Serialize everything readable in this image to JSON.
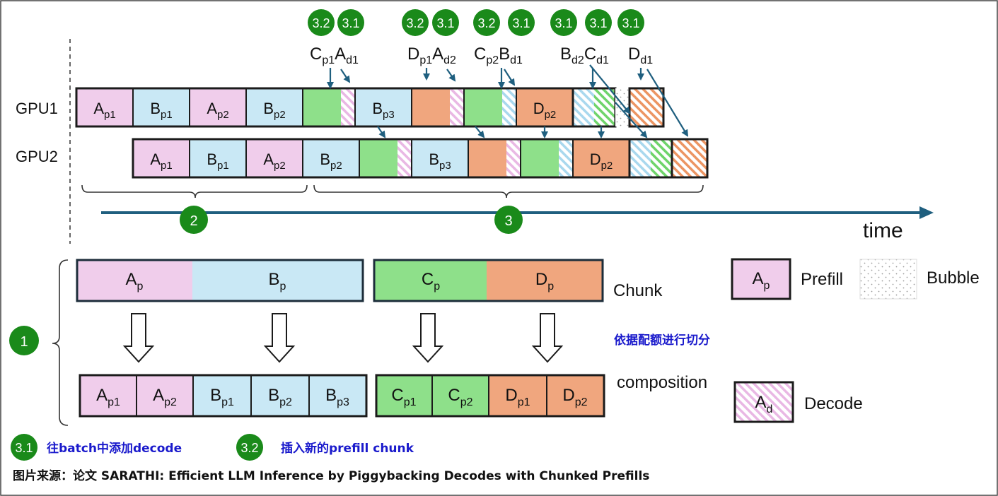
{
  "gpu_labels": [
    "GPU1",
    "GPU2"
  ],
  "time_label": "time",
  "chunk_label": "Chunk",
  "composition_label": "composition",
  "split_note": "依据配额进行切分",
  "markers": {
    "m1": "1",
    "m2": "2",
    "m3": "3",
    "m31": "3.1",
    "m32": "3.2"
  },
  "top_labels": [
    {
      "base": "C",
      "sub": "p1"
    },
    {
      "base": "A",
      "sub": "d1"
    },
    {
      "base": "D",
      "sub": "p1"
    },
    {
      "base": "A",
      "sub": "d2"
    },
    {
      "base": "C",
      "sub": "p2"
    },
    {
      "base": "B",
      "sub": "d1"
    },
    {
      "base": "B",
      "sub": "d2"
    },
    {
      "base": "C",
      "sub": "d1"
    },
    {
      "base": "D",
      "sub": "d1"
    }
  ],
  "gpu1_blocks": [
    {
      "base": "A",
      "sub": "p1"
    },
    {
      "base": "B",
      "sub": "p1"
    },
    {
      "base": "A",
      "sub": "p2"
    },
    {
      "base": "B",
      "sub": "p2"
    },
    {
      "base": "B",
      "sub": "p3"
    },
    {
      "base": "D",
      "sub": "p2"
    }
  ],
  "gpu2_blocks": [
    {
      "base": "A",
      "sub": "p1"
    },
    {
      "base": "B",
      "sub": "p1"
    },
    {
      "base": "A",
      "sub": "p2"
    },
    {
      "base": "B",
      "sub": "p2"
    },
    {
      "base": "B",
      "sub": "p3"
    },
    {
      "base": "D",
      "sub": "p2"
    }
  ],
  "chunks": [
    {
      "base": "A",
      "sub": "p"
    },
    {
      "base": "B",
      "sub": "p"
    },
    {
      "base": "C",
      "sub": "p"
    },
    {
      "base": "D",
      "sub": "p"
    }
  ],
  "composition": [
    {
      "base": "A",
      "sub": "p1"
    },
    {
      "base": "A",
      "sub": "p2"
    },
    {
      "base": "B",
      "sub": "p1"
    },
    {
      "base": "B",
      "sub": "p2"
    },
    {
      "base": "B",
      "sub": "p3"
    },
    {
      "base": "C",
      "sub": "p1"
    },
    {
      "base": "C",
      "sub": "p2"
    },
    {
      "base": "D",
      "sub": "p1"
    },
    {
      "base": "D",
      "sub": "p2"
    }
  ],
  "legend": {
    "prefill_box": {
      "base": "A",
      "sub": "p"
    },
    "prefill": "Prefill",
    "bubble": "Bubble",
    "decode_box": {
      "base": "A",
      "sub": "d"
    },
    "decode": "Decode"
  },
  "footer_notes": {
    "n31": "往batch中添加decode",
    "n32": "插入新的prefill chunk"
  },
  "source": "图片来源：论文 SARATHI: Efficient LLM Inference by Piggybacking Decodes with Chunked Prefills",
  "colors": {
    "prefill_a": "#f0cdeb",
    "prefill_b": "#c9e8f5",
    "prefill_c": "#8ee08a",
    "prefill_d": "#f0a67e",
    "marker": "#1a8a1a",
    "arrow": "#1f5f7f",
    "note_blue": "#1a1acc"
  }
}
